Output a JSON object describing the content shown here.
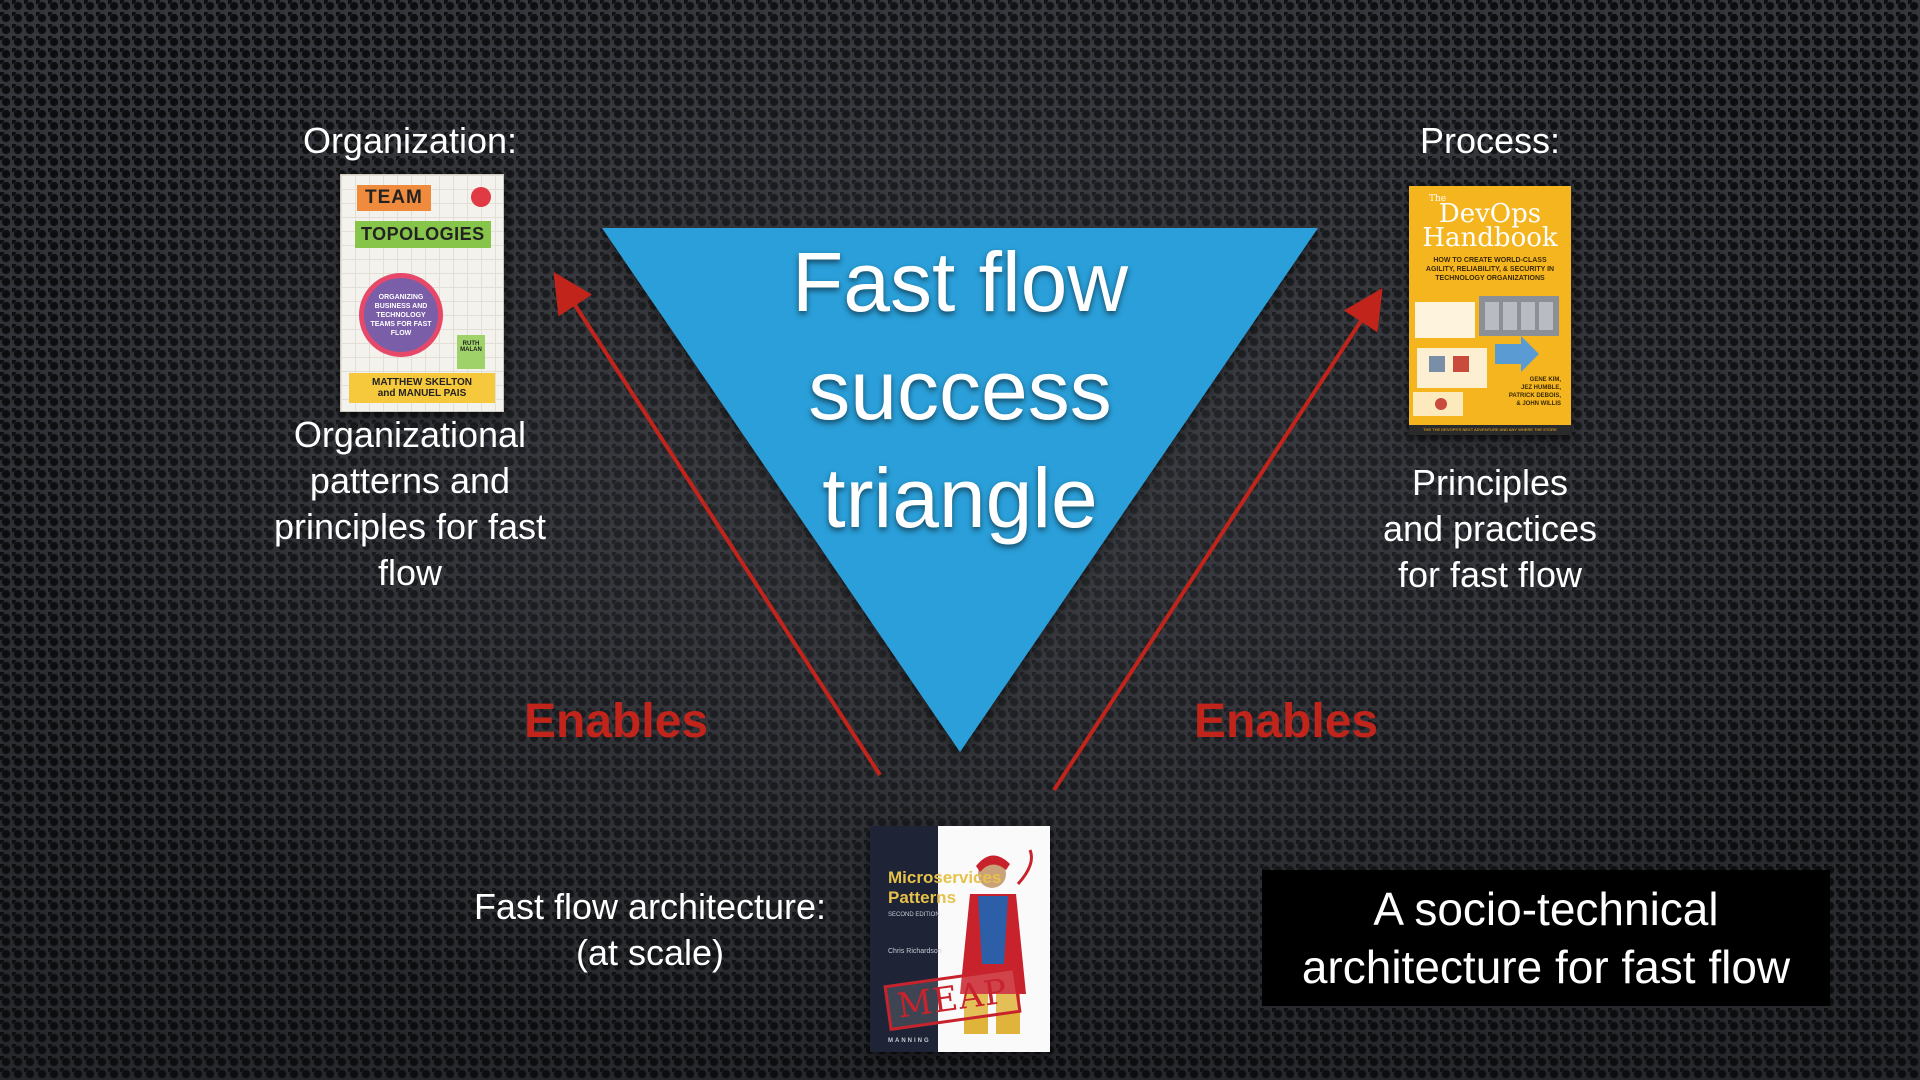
{
  "triangle": {
    "title_lines": [
      "Fast flow",
      "success",
      "triangle"
    ],
    "color": "#2b9fd9"
  },
  "organization": {
    "heading": "Organization:",
    "description_lines": [
      "Organizational",
      "patterns and",
      "principles for fast",
      "flow"
    ],
    "book": {
      "title_line1": "TEAM",
      "title_line2": "TOPOLOGIES",
      "subtitle": "ORGANIZING BUSINESS AND TECHNOLOGY TEAMS FOR FAST FLOW",
      "foreword": "RUTH MALAN",
      "authors_line1": "MATTHEW SKELTON",
      "authors_line2": "and MANUEL PAIS"
    }
  },
  "process": {
    "heading": "Process:",
    "description_lines": [
      "Principles",
      "and practices",
      "for fast flow"
    ],
    "book": {
      "the": "The",
      "title_line1": "DevOps",
      "title_line2": "Handbook",
      "subtitle": "HOW TO CREATE WORLD-CLASS AGILITY, RELIABILITY, & SECURITY IN TECHNOLOGY ORGANIZATIONS",
      "authors": [
        "GENE KIM,",
        "JEZ HUMBLE,",
        "PATRICK DEBOIS,",
        "& JOHN WILLIS"
      ],
      "strip": "THE THE DEVOPS'S NEXT ADVENTURE AND ANY WHERE THE STORE"
    }
  },
  "architecture": {
    "heading_lines": [
      "Fast flow architecture:",
      "(at scale)"
    ],
    "book": {
      "title_line1": "Microservices",
      "title_line2": "Patterns",
      "edition": "SECOND EDITION",
      "author": "Chris Richardson",
      "stamp": "MEAP",
      "publisher": "MANNING"
    }
  },
  "arrows": {
    "left_label": "Enables",
    "right_label": "Enables",
    "color": "#c0241b"
  },
  "caption": {
    "lines": [
      "A socio-technical",
      "architecture for fast flow"
    ]
  }
}
